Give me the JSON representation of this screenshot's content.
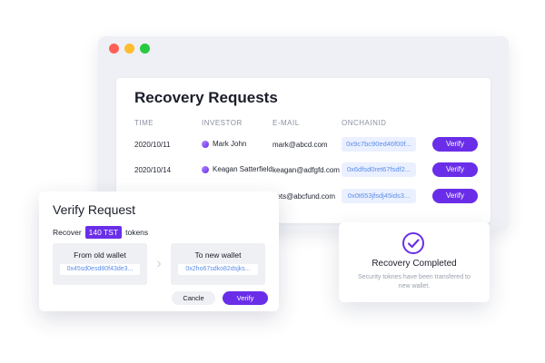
{
  "window": {
    "title": "Recovery Requests"
  },
  "table": {
    "headers": [
      "TIME",
      "INVESTOR",
      "E-MAIL",
      "ONCHAINID"
    ],
    "rows": [
      {
        "time": "2020/10/11",
        "investor": "Mark John",
        "email": "mark@abcd.com",
        "onchain": "0x9c7bc90ed46f00f...",
        "action": "Verify"
      },
      {
        "time": "2020/10/14",
        "investor": "Keagan Satterfield",
        "email": "keagan@adfgfd.com",
        "onchain": "0x6dfsd0ret67fsdf2...",
        "action": "Verify"
      },
      {
        "time": "",
        "investor": "",
        "email": "assets@abcfund.com",
        "onchain": "0x0t653jfsdj45ids3...",
        "action": "Verify"
      }
    ]
  },
  "modal": {
    "title": "Verify Request",
    "recover_prefix": "Recover",
    "token_amount": "140 TST",
    "recover_suffix": "tokens",
    "from_label": "From old wallet",
    "from_address": "0x45sd0esd80f43de3...",
    "to_label": "To new wallet",
    "to_address": "0x2ho67sdko82dsjks...",
    "cancel_label": "Cancle",
    "verify_label": "Verify"
  },
  "completed": {
    "title": "Recovery Completed",
    "description": "Security toknes have been transfered to new wallet."
  },
  "colors": {
    "accent": "#6a2ee8",
    "link": "#5b8dea",
    "dot_red": "#ff5f56",
    "dot_yellow": "#ffbd2e",
    "dot_green": "#27c93f"
  }
}
